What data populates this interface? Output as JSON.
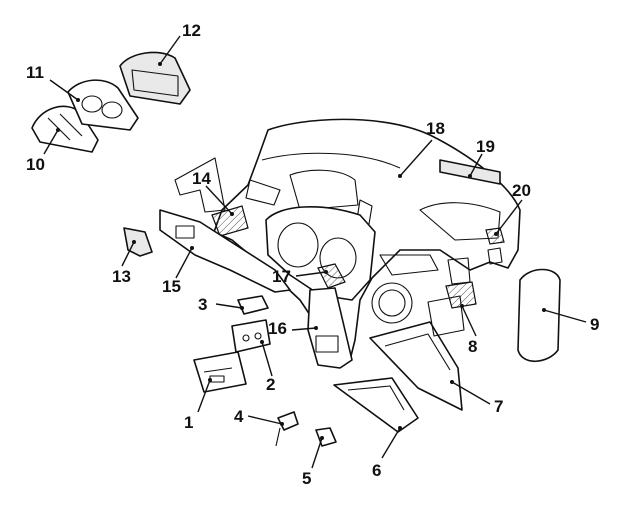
{
  "callouts": [
    {
      "id": "1",
      "label": "1"
    },
    {
      "id": "2",
      "label": "2"
    },
    {
      "id": "3",
      "label": "3"
    },
    {
      "id": "4",
      "label": "4"
    },
    {
      "id": "5",
      "label": "5"
    },
    {
      "id": "6",
      "label": "6"
    },
    {
      "id": "7",
      "label": "7"
    },
    {
      "id": "8",
      "label": "8"
    },
    {
      "id": "9",
      "label": "9"
    },
    {
      "id": "10",
      "label": "10"
    },
    {
      "id": "11",
      "label": "11"
    },
    {
      "id": "12",
      "label": "12"
    },
    {
      "id": "13",
      "label": "13"
    },
    {
      "id": "14",
      "label": "14"
    },
    {
      "id": "15",
      "label": "15"
    },
    {
      "id": "16",
      "label": "16"
    },
    {
      "id": "17",
      "label": "17"
    },
    {
      "id": "18",
      "label": "18"
    },
    {
      "id": "19",
      "label": "19"
    },
    {
      "id": "20",
      "label": "20"
    }
  ],
  "colors": {
    "line": "#111111",
    "background": "#ffffff",
    "shading": "#e9e9e9"
  }
}
